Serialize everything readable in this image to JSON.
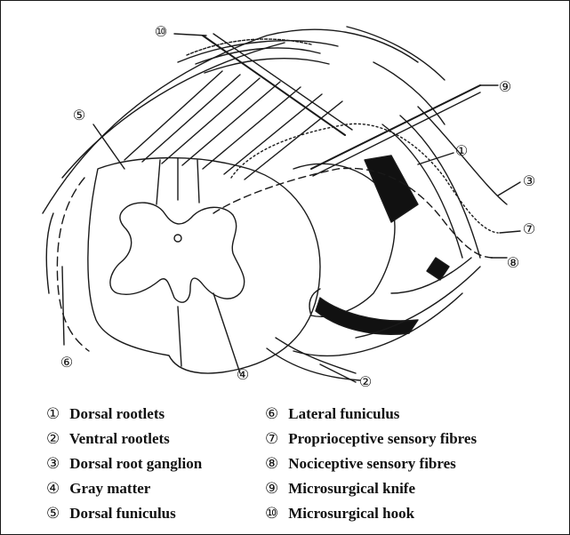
{
  "callouts": {
    "c1": "①",
    "c2": "②",
    "c3": "③",
    "c4": "④",
    "c5": "⑤",
    "c6": "⑥",
    "c7": "⑦",
    "c8": "⑧",
    "c9": "⑨",
    "c10": "⑩"
  },
  "legend": [
    {
      "num": "①",
      "label": "Dorsal rootlets"
    },
    {
      "num": "②",
      "label": "Ventral rootlets"
    },
    {
      "num": "③",
      "label": "Dorsal root ganglion"
    },
    {
      "num": "④",
      "label": "Gray matter"
    },
    {
      "num": "⑤",
      "label": "Dorsal funiculus"
    },
    {
      "num": "⑥",
      "label": "Lateral funiculus"
    },
    {
      "num": "⑦",
      "label": "Proprioceptive sensory fibres"
    },
    {
      "num": "⑧",
      "label": "Nociceptive sensory fibres"
    },
    {
      "num": "⑨",
      "label": "Microsurgical knife"
    },
    {
      "num": "⑩",
      "label": "Microsurgical hook"
    }
  ]
}
